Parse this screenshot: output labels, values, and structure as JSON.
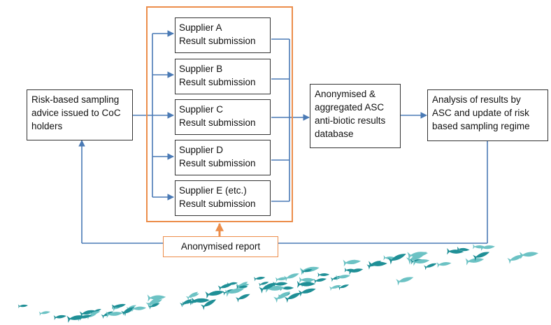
{
  "risk_box": {
    "line1": "Risk-based sampling",
    "line2": "advice issued to CoC",
    "line3": "holders"
  },
  "suppliers": [
    {
      "name": "Supplier A",
      "action": "Result submission"
    },
    {
      "name": "Supplier B",
      "action": "Result submission"
    },
    {
      "name": "Supplier C",
      "action": "Result submission"
    },
    {
      "name": "Supplier D",
      "action": "Result submission"
    },
    {
      "name": "Supplier E (etc.)",
      "action": "Result submission"
    }
  ],
  "database_box": {
    "line1": "Anonymised &",
    "line2": "aggregated ASC",
    "line3": "anti-biotic results",
    "line4": "database"
  },
  "analysis_box": {
    "line1": "Analysis of results by",
    "line2": "ASC and update of risk",
    "line3": "based sampling regime"
  },
  "report_box": {
    "label": "Anonymised report"
  },
  "colors": {
    "arrow_blue": "#4a7ab5",
    "orange": "#ec8d4a",
    "box_border": "#333333",
    "fish_teal": "#1f8f96",
    "fish_light": "#6cc2c4"
  }
}
